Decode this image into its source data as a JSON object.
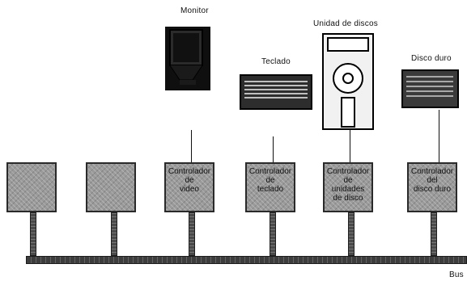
{
  "labels": {
    "monitor": "Monitor",
    "disk_unit": "Unidad de discos",
    "keyboard": "Teclado",
    "hard_disk": "Disco duro",
    "bus": "Bus"
  },
  "boxes": [
    {
      "text": ""
    },
    {
      "text": ""
    },
    {
      "text": "Controlador\nde\nvideo"
    },
    {
      "text": "Controlador\nde\nteclado"
    },
    {
      "text": "Controlador\nde unidades\nde disco"
    },
    {
      "text": "Controlador\ndel\ndisco duro"
    }
  ],
  "icons": {
    "monitor": "monitor-icon",
    "keyboard": "keyboard-icon",
    "floppy": "floppy-disk-icon",
    "hard_disk": "hard-disk-icon"
  }
}
